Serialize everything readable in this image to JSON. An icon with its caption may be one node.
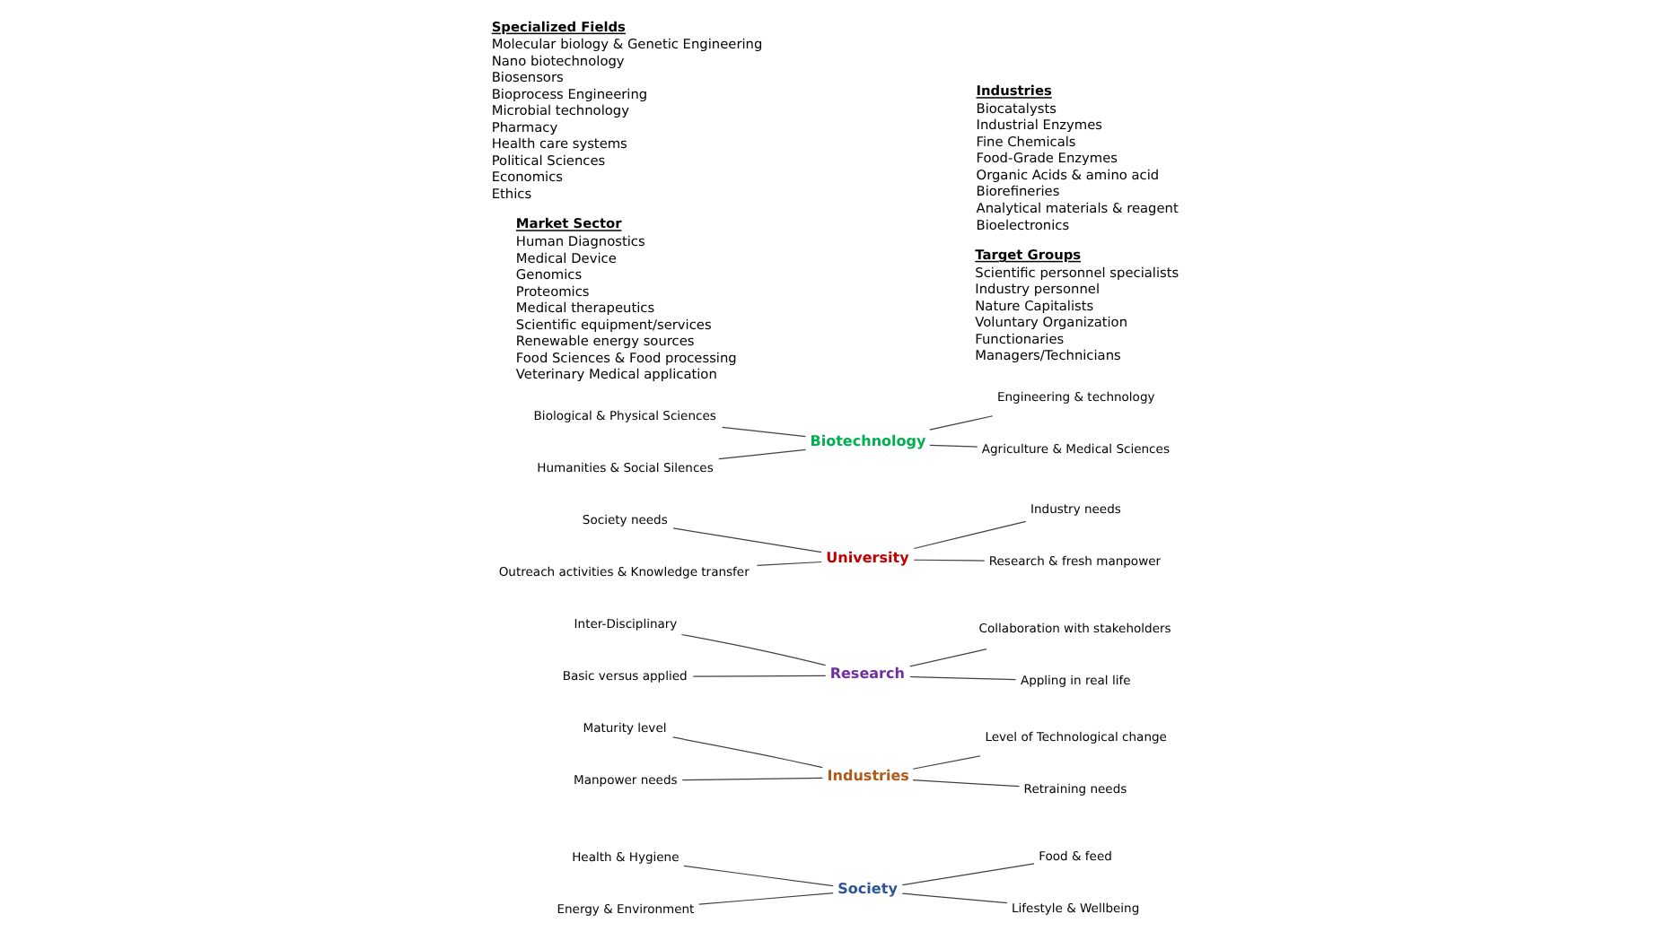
{
  "diagram": {
    "nodes": [
      {
        "text": [
          "Society"
        ]
      },
      {
        "text": [
          "Health & Hygiene"
        ]
      },
      {
        "text": [
          "Food & feed"
        ]
      },
      {
        "text": [
          "Energy & Environment"
        ]
      },
      {
        "text": [
          "Lifestyle & Wellbeing"
        ]
      },
      {
        "text": [
          "Level of Technological change"
        ]
      },
      {
        "text": [
          "Collaboration with stakeholders"
        ]
      },
      {
        "text": [
          "Society needs"
        ]
      },
      {
        "text": [
          "Industry needs"
        ]
      },
      {
        "text": [
          "Maturity level"
        ]
      },
      {
        "text": [
          "University"
        ]
      },
      {
        "text": [
          "Industries"
        ]
      },
      {
        "text": [
          "Inter-Disciplinary"
        ]
      },
      {
        "text": [
          "Research"
        ]
      },
      {
        "text": [
          "Research & fresh manpower"
        ]
      },
      {
        "text": [
          "Retraining needs"
        ]
      },
      {
        "text": [
          "Outreach activities & Knowledge transfer"
        ]
      },
      {
        "text": [
          "Appling in real life"
        ]
      },
      {
        "text": [
          "Basic versus applied"
        ]
      },
      {
        "text": [
          "Biological & Physical Sciences"
        ]
      },
      {
        "text": [
          "Engineering & technology"
        ]
      },
      {
        "text": [
          "Manpower needs"
        ]
      },
      {
        "text": [
          "Biotechnology"
        ]
      },
      {
        "text": [
          "Humanities & Social Silences"
        ]
      },
      {
        "text": [
          "Agriculture & Medical Sciences"
        ]
      }
    ],
    "edges": [
      {
        "from": 1,
        "to": 0,
        "arrow": "none"
      },
      {
        "from": 3,
        "to": 0,
        "arrow": "none"
      },
      {
        "from": 0,
        "to": 2,
        "arrow": "none"
      },
      {
        "from": 0,
        "to": 4,
        "arrow": "none"
      },
      {
        "from": 7,
        "to": 10,
        "arrow": "none"
      },
      {
        "from": 16,
        "to": 10,
        "arrow": "none"
      },
      {
        "from": 10,
        "to": 8,
        "arrow": "none"
      },
      {
        "from": 10,
        "to": 14,
        "arrow": "none"
      },
      {
        "from": 12,
        "to": 13,
        "arrow": "none"
      },
      {
        "from": 18,
        "to": 13,
        "arrow": "none"
      },
      {
        "from": 13,
        "to": 6,
        "arrow": "none"
      },
      {
        "from": 13,
        "to": 17,
        "arrow": "none"
      },
      {
        "from": 9,
        "to": 11,
        "arrow": "none"
      },
      {
        "from": 21,
        "to": 11,
        "arrow": "none"
      },
      {
        "from": 11,
        "to": 5,
        "arrow": "none"
      },
      {
        "from": 11,
        "to": 15,
        "arrow": "none"
      },
      {
        "from": 19,
        "to": 22,
        "arrow": "none"
      },
      {
        "from": 23,
        "to": 22,
        "arrow": "none"
      },
      {
        "from": 22,
        "to": 20,
        "arrow": "none"
      },
      {
        "from": 22,
        "to": 24,
        "arrow": "none"
      }
    ],
    "labels": [
      "Market Sector",
      "Human Diagnostics",
      "Medical Device",
      "Genomics",
      "Proteomics",
      "Medical therapeutics",
      "Scientific equipment/services",
      "Renewable energy sources",
      "Food Sciences & Food processing",
      "Veterinary Medical application",
      "Specialized Fields",
      "Molecular biology & Genetic Engineering",
      "Nano biotechnology",
      "Biosensors",
      "Bioprocess Engineering",
      "Microbial technology",
      "Pharmacy",
      "Health care systems",
      "Political Sciences",
      "Economics",
      "Ethics",
      "Target Groups",
      "Scientific personnel specialists",
      "Industry personnel",
      "Nature Capitalists",
      "Voluntary Organization",
      "Functionaries",
      "Managers/Technicians",
      "Industries",
      "Biocatalysts",
      "Industrial Enzymes",
      "Fine Chemicals",
      "Food-Grade Enzymes",
      "Organic Acids & amino acid",
      "Biorefineries",
      "Analytical materials & reagent",
      "Bioelectronics"
    ]
  }
}
